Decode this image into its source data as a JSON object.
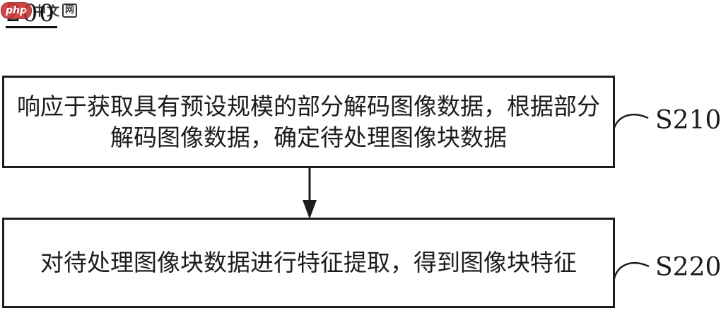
{
  "figure": {
    "label": "200",
    "steps": [
      {
        "id": "S210",
        "text": "响应于获取具有预设规模的部分解码图像数据，根据部分解码图像数据，确定待处理图像块数据"
      },
      {
        "id": "S220",
        "text": "对待处理图像块数据进行特征提取，得到图像块特征"
      }
    ]
  },
  "watermark": {
    "brand": "php",
    "suffix_mid": "中文",
    "suffix_last": "网",
    "brand_color": "#c53030"
  },
  "colors": {
    "line": "#1c1c1c",
    "background": "#ffffff"
  }
}
